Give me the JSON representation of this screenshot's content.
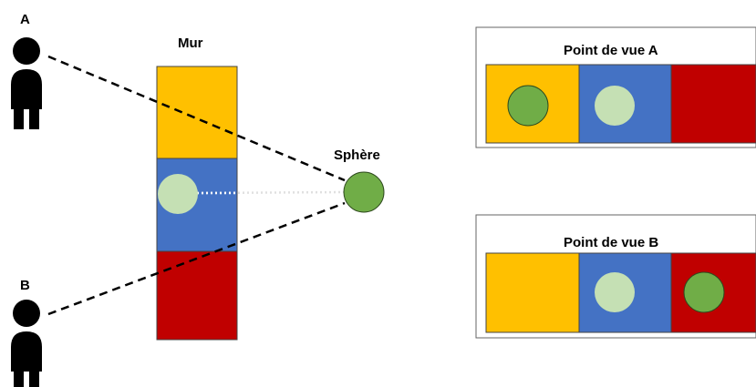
{
  "labels": {
    "person_a": "A",
    "person_b": "B",
    "wall": "Mur",
    "sphere": "Sphère",
    "view_a_title": "Point de vue A",
    "view_b_title": "Point de vue B"
  },
  "colors": {
    "yellow": "#ffc000",
    "blue": "#4472c4",
    "red": "#c00000",
    "sphere_green": "#70ad47",
    "sphere_outline": "#2e4a1e",
    "shadow_pale": "#c5e0b4",
    "person": "#000000",
    "line": "#000000",
    "dotted": "#d9d9d9"
  },
  "wall_segments": [
    "yellow",
    "blue",
    "red"
  ],
  "view_a": {
    "segments": [
      "yellow",
      "blue",
      "red"
    ],
    "green_sphere_on": "yellow",
    "pale_sphere_on": "blue"
  },
  "view_b": {
    "segments": [
      "yellow",
      "blue",
      "red"
    ],
    "green_sphere_on": "red",
    "pale_sphere_on": "blue"
  }
}
